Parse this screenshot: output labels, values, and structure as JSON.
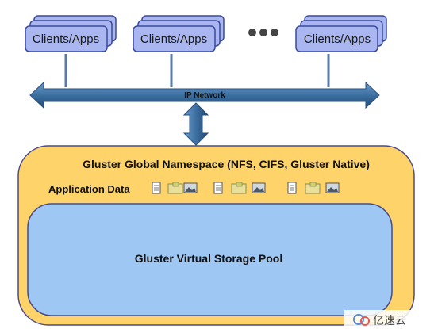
{
  "clients": [
    {
      "label": "Clients/Apps"
    },
    {
      "label": "Clients/Apps"
    },
    {
      "label": "Clients/Apps"
    }
  ],
  "ellipsis": "●●●",
  "network": {
    "label": "IP Network"
  },
  "namespace": {
    "label": "Gluster Global Namespace (NFS, CIFS, Gluster Native)"
  },
  "app_data": {
    "label": "Application Data",
    "icons": [
      "document-icon",
      "folder-icon",
      "image-icon"
    ]
  },
  "pool": {
    "label": "Gluster Virtual Storage Pool"
  },
  "watermark": {
    "text": "亿速云"
  },
  "colors": {
    "client_fill": "#a9b6f0",
    "client_stroke": "#3a4a9c",
    "network_arrow": "#3c6fa0",
    "namespace_fill": "#fdd36a",
    "pool_fill": "#9ec7f4",
    "pool_stroke": "#4a4a8a"
  }
}
